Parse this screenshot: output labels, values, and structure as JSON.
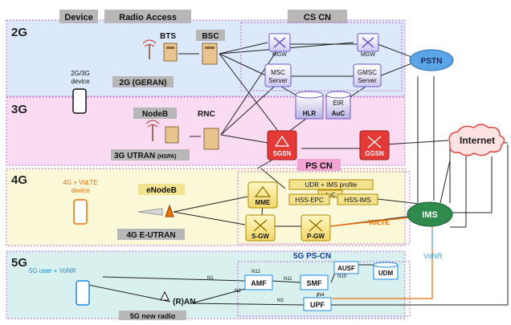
{
  "header": {
    "device": "Device",
    "radio_access": "Radio Access",
    "cs_cn": "CS CN"
  },
  "generations": {
    "g2": "2G",
    "g3": "3G",
    "g4": "4G",
    "g5": "5G"
  },
  "devices": {
    "legacy": [
      "2G/3G",
      "device"
    ],
    "lte": [
      "4G + VoLTE",
      "device"
    ],
    "nr": "5G user + VoNR"
  },
  "ran": {
    "bts": "BTS",
    "bsc": "BSC",
    "geran": "2G (GERAN)",
    "nodeb": "NodeB",
    "rnc": "RNC",
    "utran": "3G UTRAN",
    "utran_sub": "(HSPA)",
    "enodeb": "eNodeB",
    "eutran": "4G E-UTRAN",
    "ran5g": "(R)AN",
    "nr": "5G new radio"
  },
  "core": {
    "mgw": "MGW",
    "msc": [
      "MSC",
      "Server"
    ],
    "gmsc": [
      "GMSC",
      "Server"
    ],
    "pstn": "PSTN",
    "hlr": "HLR",
    "auc": "AuC",
    "eir": "EIR",
    "sgsn": "SGSN",
    "ggsn": "GGSN",
    "internet": "Internet",
    "ps_cn": "PS CN",
    "mme": "MME",
    "udr": "UDR + IMS profile",
    "auc2": "AuC",
    "hss_epc": "HSS-EPC",
    "hss_ims": "HSS-IMS",
    "sgw": "S-GW",
    "pgw": "P-GW",
    "volte": "VoLTE",
    "ims": "IMS",
    "vonr": "VoNR",
    "ps_cn_5g": "5G PS-CN",
    "ausf": "AUSF",
    "udm": "UDM",
    "amf": "AMF",
    "smf": "SMF",
    "upf": "UPF"
  },
  "interfaces": {
    "n1": "N1",
    "n2": "N2",
    "n3": "N3",
    "n4": "N4",
    "n10": "N10",
    "n11": "N11",
    "n12": "N12"
  },
  "colors": {
    "band_2g": "#dbe9fb",
    "band_3g": "#f9dcf1",
    "band_4g": "#fbf8d8",
    "band_5g": "#d8f1ef",
    "ps_cn_label": "#f3a3d2",
    "tag": "#b7b7b7",
    "nf_box": "#f3e38f",
    "pstn": "#5aa5e8",
    "ims": "#2e8b4c",
    "gsn": "#e53935",
    "volte": "#ef6c00",
    "vonr": "#3da5d9"
  }
}
